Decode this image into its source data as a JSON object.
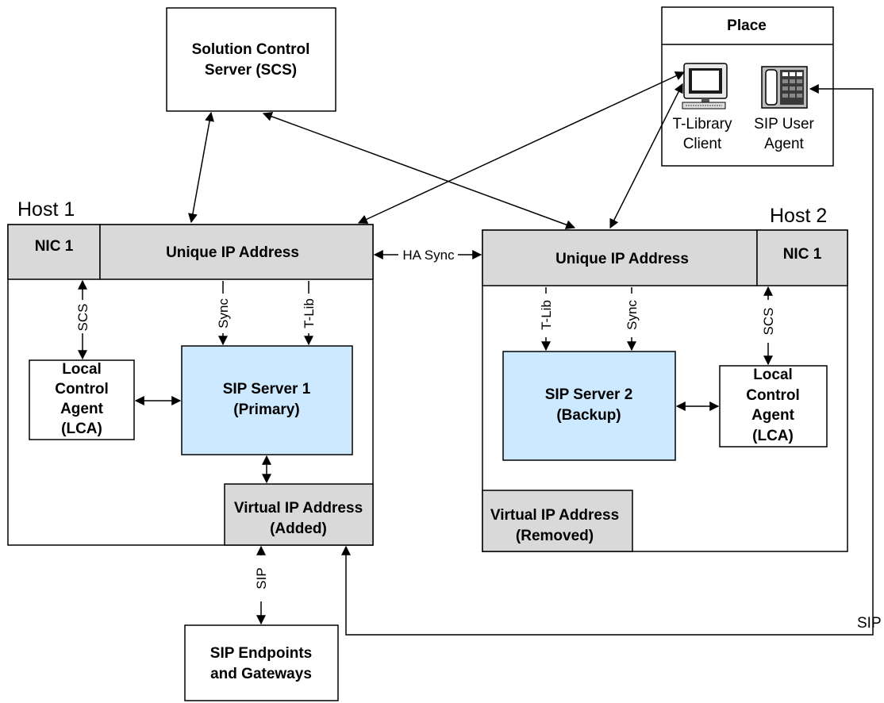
{
  "scs": {
    "line1": "Solution Control",
    "line2": "Server (SCS)"
  },
  "place": {
    "title": "Place",
    "tlib_client_line1": "T-Library",
    "tlib_client_line2": "Client",
    "sip_ua_line1": "SIP User",
    "sip_ua_line2": "Agent",
    "computer_icon": "computer-icon",
    "phone_icon": "phone-icon"
  },
  "host1": {
    "label": "Host 1",
    "nic": "NIC 1",
    "unique_ip": "Unique IP Address",
    "lca_lines": [
      "Local",
      "Control",
      "Agent",
      "(LCA)"
    ],
    "sip_server_line1": "SIP Server 1",
    "sip_server_line2": "(Primary)",
    "virtual_ip_line1": "Virtual IP Address",
    "virtual_ip_line2": "(Added)",
    "conn_scs": "SCS",
    "conn_sync": "Sync",
    "conn_tlib": "T-Lib"
  },
  "host2": {
    "label": "Host 2",
    "nic": "NIC 1",
    "unique_ip": "Unique IP Address",
    "lca_lines": [
      "Local",
      "Control",
      "Agent",
      "(LCA)"
    ],
    "sip_server_line1": "SIP Server 2",
    "sip_server_line2": "(Backup)",
    "virtual_ip_line1": "Virtual IP Address",
    "virtual_ip_line2": "(Removed)",
    "conn_scs": "SCS",
    "conn_sync": "Sync",
    "conn_tlib": "T-Lib"
  },
  "ha_sync": "HA Sync",
  "sip_conn": "SIP",
  "sip_right": "SIP",
  "endpoints": {
    "line1": "SIP Endpoints",
    "line2": "and Gateways"
  },
  "colors": {
    "gray_fill": "#d9d9d9",
    "server_fill": "#cce9ff",
    "stroke": "#000000"
  }
}
